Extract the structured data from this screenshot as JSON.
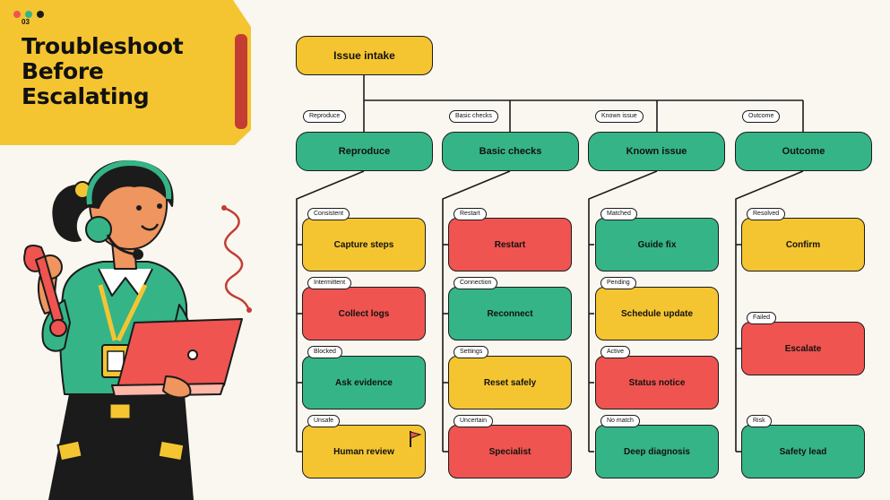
{
  "slide": {
    "number": "03",
    "title_lines": [
      "Troubleshoot",
      "Before",
      "Escalating"
    ],
    "dot_colors": [
      "#ef5450",
      "#35b488",
      "#1b1b1b"
    ]
  },
  "colors": {
    "yellow": "#f5c531",
    "green": "#35b488",
    "red": "#ef5450",
    "outline": "#1b1b1b",
    "background": "#faf7f0"
  },
  "root": {
    "label": "Issue intake",
    "color": "yellow"
  },
  "branches": [
    {
      "label": "Reproduce",
      "edge_label": "Reproduce",
      "color": "green",
      "children": [
        {
          "tag": "Consistent",
          "label": "Capture steps",
          "color": "yellow"
        },
        {
          "tag": "Intermittent",
          "label": "Collect logs",
          "color": "red"
        },
        {
          "tag": "Blocked",
          "label": "Ask evidence",
          "color": "green"
        },
        {
          "tag": "Unsafe",
          "label": "Human review",
          "color": "yellow",
          "icon": "flag-icon"
        }
      ]
    },
    {
      "label": "Basic checks",
      "edge_label": "Basic checks",
      "color": "green",
      "children": [
        {
          "tag": "Restart",
          "label": "Restart",
          "color": "red"
        },
        {
          "tag": "Connection",
          "label": "Reconnect",
          "color": "green"
        },
        {
          "tag": "Settings",
          "label": "Reset safely",
          "color": "yellow"
        },
        {
          "tag": "Uncertain",
          "label": "Specialist",
          "color": "red"
        }
      ]
    },
    {
      "label": "Known issue",
      "edge_label": "Known issue",
      "color": "green",
      "children": [
        {
          "tag": "Matched",
          "label": "Guide fix",
          "color": "green"
        },
        {
          "tag": "Pending",
          "label": "Schedule update",
          "color": "yellow"
        },
        {
          "tag": "Active",
          "label": "Status notice",
          "color": "red"
        },
        {
          "tag": "No match",
          "label": "Deep diagnosis",
          "color": "green"
        }
      ]
    },
    {
      "label": "Outcome",
      "edge_label": "Outcome",
      "color": "green",
      "children": [
        {
          "tag": "Resolved",
          "label": "Confirm",
          "color": "yellow"
        },
        {
          "tag": "Failed",
          "label": "Escalate",
          "color": "red"
        },
        {
          "tag": "Risk",
          "label": "Safety lead",
          "color": "green"
        }
      ]
    }
  ]
}
